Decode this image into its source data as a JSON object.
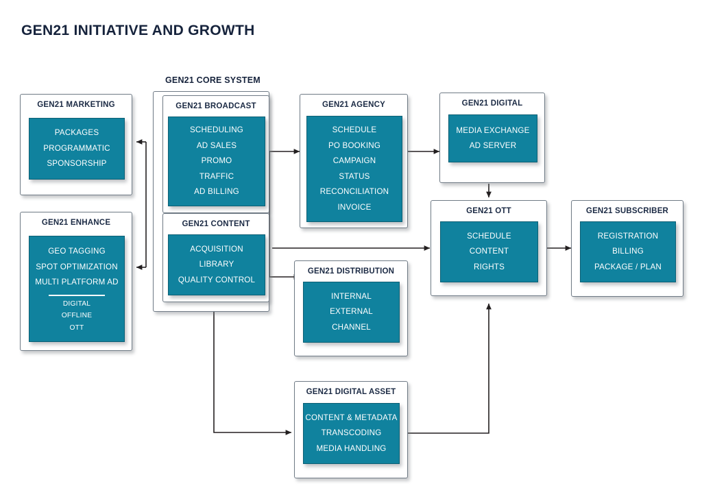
{
  "page": {
    "title": "GEN21 INITIATIVE AND GROWTH",
    "background": "#ffffff",
    "title_color": "#16233c",
    "panel_color": "#10829e",
    "panel_text_color": "#ffffff",
    "card_border_color": "#6f7a85"
  },
  "group_labels": {
    "core_system": "GEN21 CORE SYSTEM"
  },
  "boxes": {
    "marketing": {
      "title": "GEN21 MARKETING",
      "items": [
        "PACKAGES",
        "PROGRAMMATIC",
        "SPONSORSHIP"
      ]
    },
    "enhance": {
      "title": "GEN21 ENHANCE",
      "items": [
        "GEO TAGGING",
        "SPOT OPTIMIZATION",
        "MULTI PLATFORM AD"
      ],
      "sub_items": [
        "DIGITAL",
        "OFFLINE",
        "OTT"
      ]
    },
    "broadcast": {
      "title": "GEN21 BROADCAST",
      "items": [
        "SCHEDULING",
        "AD SALES",
        "PROMO",
        "TRAFFIC",
        "AD BILLING"
      ]
    },
    "content": {
      "title": "GEN21 CONTENT",
      "items": [
        "ACQUISITION",
        "LIBRARY",
        "QUALITY CONTROL"
      ]
    },
    "agency": {
      "title": "GEN21 AGENCY",
      "items": [
        "SCHEDULE",
        "PO BOOKING",
        "CAMPAIGN",
        "STATUS",
        "RECONCILIATION",
        "INVOICE"
      ]
    },
    "digital": {
      "title": "GEN21 DIGITAL",
      "items": [
        "MEDIA EXCHANGE",
        "AD SERVER"
      ]
    },
    "ott": {
      "title": "GEN21 OTT",
      "items": [
        "SCHEDULE",
        "CONTENT",
        "RIGHTS"
      ]
    },
    "subscriber": {
      "title": "GEN21 SUBSCRIBER",
      "items": [
        "REGISTRATION",
        "BILLING",
        "PACKAGE / PLAN"
      ]
    },
    "distribution": {
      "title": "GEN21 DISTRIBUTION",
      "items": [
        "INTERNAL",
        "EXTERNAL",
        "CHANNEL"
      ]
    },
    "digital_asset": {
      "title": "GEN21 DIGITAL ASSET",
      "items": [
        "CONTENT & METADATA",
        "TRANSCODING",
        "MEDIA HANDLING"
      ]
    }
  },
  "connections": [
    {
      "from": "core-system",
      "to": "marketing",
      "direction": "left"
    },
    {
      "from": "core-system",
      "to": "enhance",
      "direction": "left"
    },
    {
      "from": "core-system",
      "to": "agency",
      "direction": "right"
    },
    {
      "from": "agency",
      "to": "digital",
      "direction": "right"
    },
    {
      "from": "digital",
      "to": "ott",
      "direction": "down"
    },
    {
      "from": "core-system",
      "to": "ott",
      "direction": "right"
    },
    {
      "from": "core-system",
      "to": "distribution",
      "direction": "right"
    },
    {
      "from": "core-system",
      "to": "digital-asset",
      "direction": "down-right"
    },
    {
      "from": "digital-asset",
      "to": "ott",
      "direction": "right-up"
    },
    {
      "from": "ott",
      "to": "subscriber",
      "direction": "right"
    }
  ]
}
